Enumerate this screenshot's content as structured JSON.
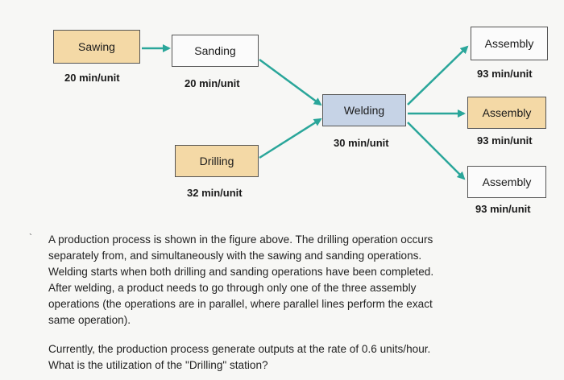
{
  "diagram": {
    "stations": {
      "sawing": {
        "label": "Sawing",
        "rate": "20 min/unit"
      },
      "sanding": {
        "label": "Sanding",
        "rate": "20 min/unit"
      },
      "drilling": {
        "label": "Drilling",
        "rate": "32 min/unit"
      },
      "welding": {
        "label": "Welding",
        "rate": "30 min/unit"
      },
      "assembly1": {
        "label": "Assembly",
        "rate": "93 min/unit"
      },
      "assembly2": {
        "label": "Assembly",
        "rate": "93 min/unit"
      },
      "assembly3": {
        "label": "Assembly",
        "rate": "93 min/unit"
      }
    },
    "colors": {
      "sawing_fill": "#f4d9a6",
      "drilling_fill": "#f4d9a6",
      "welding_fill": "#c6d3e6",
      "assembly2_fill": "#f4d9a6",
      "arrow": "#2aa69a"
    }
  },
  "problem": {
    "bullet": "`",
    "lines": [
      "A production process is shown in the figure above. The drilling operation occurs",
      "separately from, and simultaneously with the sawing and sanding operations.",
      "Welding starts when both drilling and sanding operations have been completed.",
      "After welding, a product needs to go through only one of the three assembly",
      "operations (the operations are in parallel, where parallel lines perform the exact",
      "same operation)."
    ],
    "question_lines": [
      "Currently, the production process generate outputs at the rate of 0.6 units/hour.",
      "What is the utilization of the \"Drilling\" station?"
    ]
  }
}
